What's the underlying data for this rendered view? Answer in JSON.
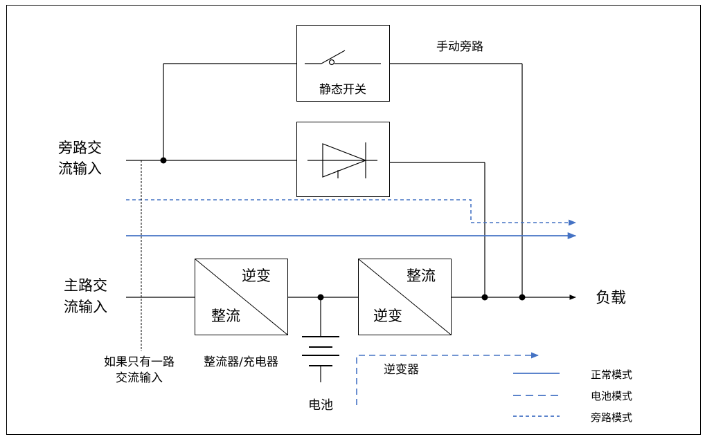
{
  "labels": {
    "bypass_input": [
      "旁路交",
      "流输入"
    ],
    "main_input": [
      "主路交",
      "流输入"
    ],
    "static_switch": "静态开关",
    "manual_bypass": "手动旁路",
    "load": "负载",
    "rectifier_box": {
      "top": "逆变",
      "bottom": "整流"
    },
    "inverter_box": {
      "top": "整流",
      "bottom": "逆变"
    },
    "rectifier_charger": "整流器/充电器",
    "single_input_note": [
      "如果只有一路",
      "交流输入"
    ],
    "battery": "电池",
    "inverter": "逆变器"
  },
  "legend": [
    {
      "label": "正常模式",
      "style": "solid"
    },
    {
      "label": "电池模式",
      "style": "long-dash"
    },
    {
      "label": "旁路模式",
      "style": "short-dash"
    }
  ],
  "colors": {
    "line": "#000000",
    "flow": "#4472C4",
    "border": "#000000"
  }
}
